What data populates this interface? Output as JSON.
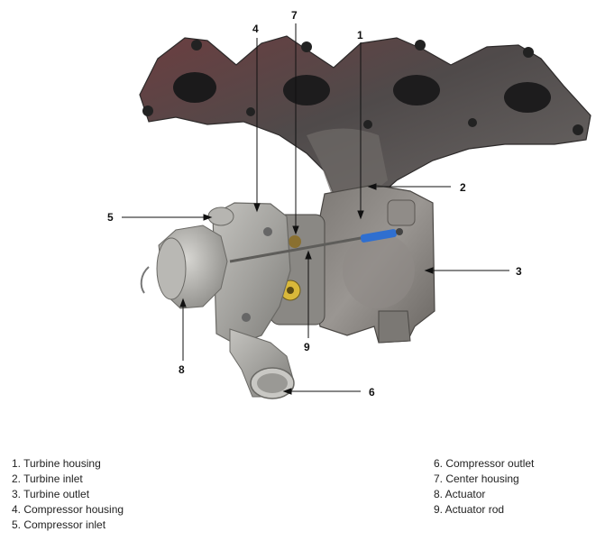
{
  "callouts": [
    {
      "id": "1",
      "text": "1"
    },
    {
      "id": "2",
      "text": "2"
    },
    {
      "id": "3",
      "text": "3"
    },
    {
      "id": "4",
      "text": "4"
    },
    {
      "id": "5",
      "text": "5"
    },
    {
      "id": "6",
      "text": "6"
    },
    {
      "id": "7",
      "text": "7"
    },
    {
      "id": "8",
      "text": "8"
    },
    {
      "id": "9",
      "text": "9"
    }
  ],
  "legend": {
    "left": [
      "1. Turbine housing",
      "2. Turbine inlet",
      "3. Turbine outlet",
      "4. Compressor housing",
      "5. Compressor inlet"
    ],
    "right": [
      "6. Compressor outlet",
      "7. Center housing",
      "8. Actuator",
      "9. Actuator rod"
    ]
  },
  "colors": {
    "manifold": "#5a4e4c",
    "turbine": "#8a8783",
    "compressor": "#a7a6a2",
    "actuator_rod": "#2f6fd0",
    "leader": "#111111"
  }
}
